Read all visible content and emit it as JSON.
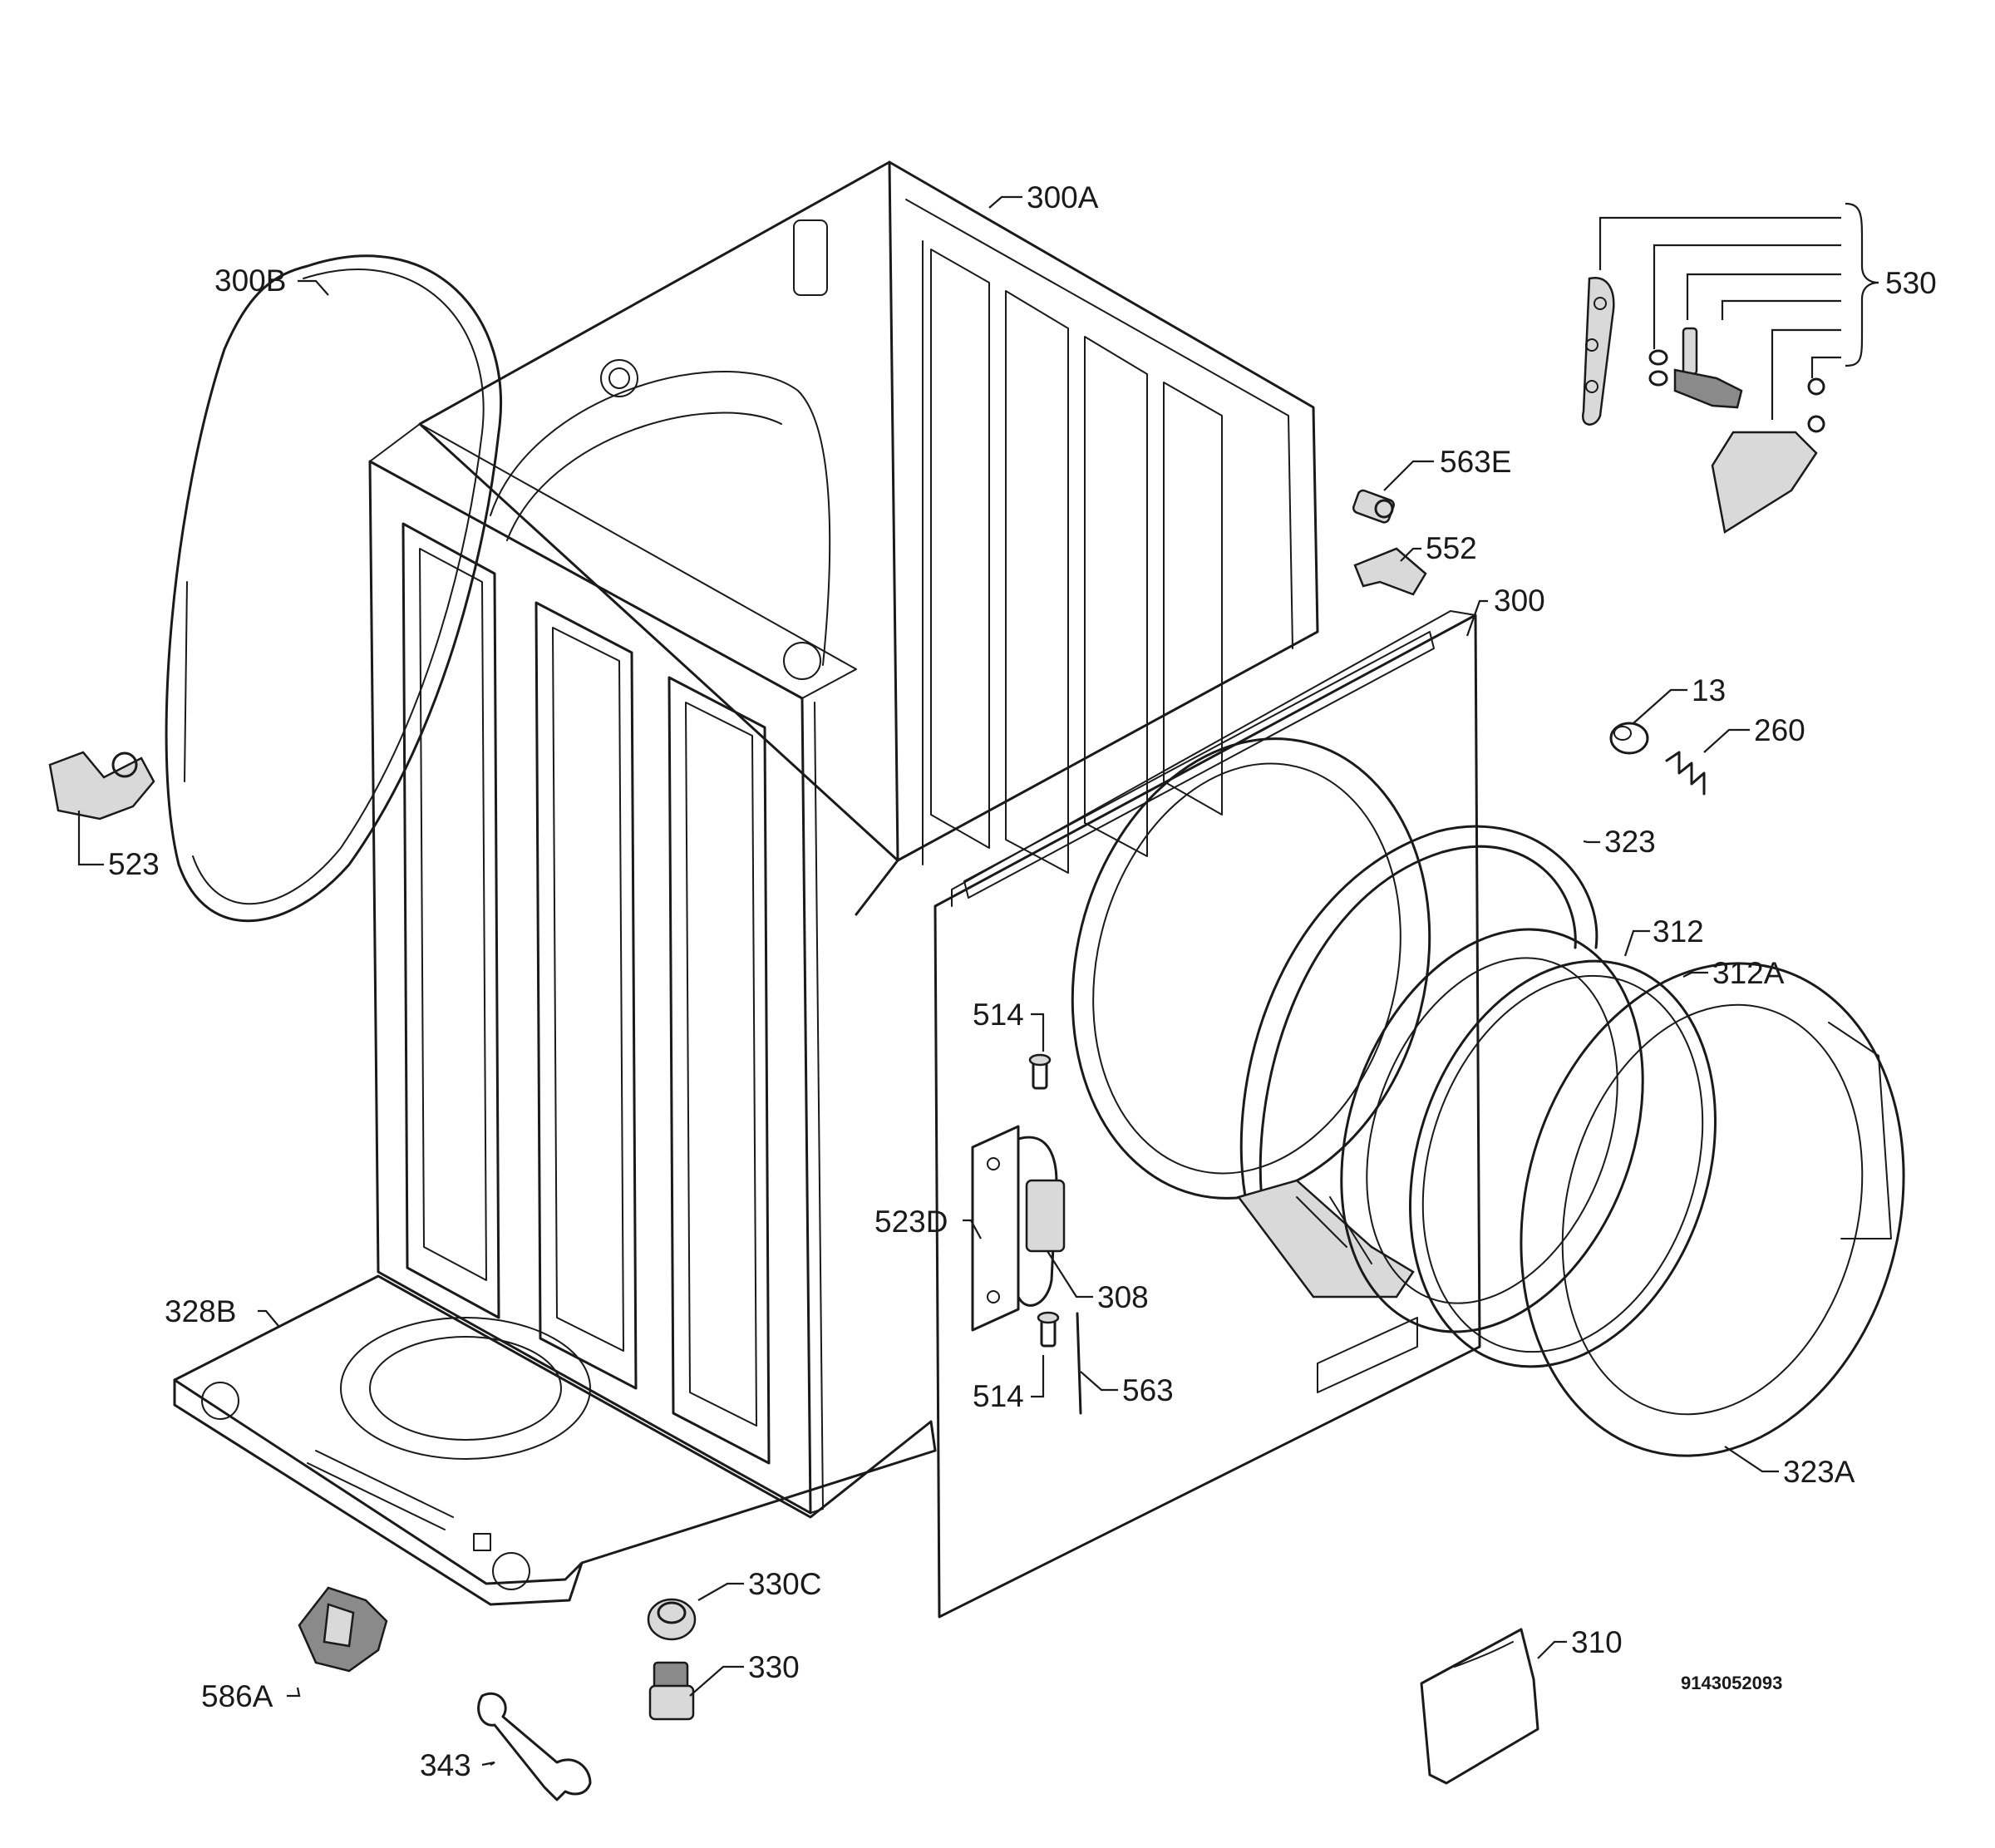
{
  "labels": {
    "l300A": "300A",
    "l300B": "300B",
    "l530": "530",
    "l563E": "563E",
    "l552": "552",
    "l300": "300",
    "l13": "13",
    "l260": "260",
    "l523": "523",
    "l323": "323",
    "l312": "312",
    "l312A": "312A",
    "l514a": "514",
    "l523D": "523D",
    "l308": "308",
    "l328B": "328B",
    "l514b": "514",
    "l563": "563",
    "l323A": "323A",
    "l330C": "330C",
    "l310": "310",
    "l330": "330",
    "l586A": "586A",
    "l343": "343"
  },
  "document_number": "9143052093"
}
